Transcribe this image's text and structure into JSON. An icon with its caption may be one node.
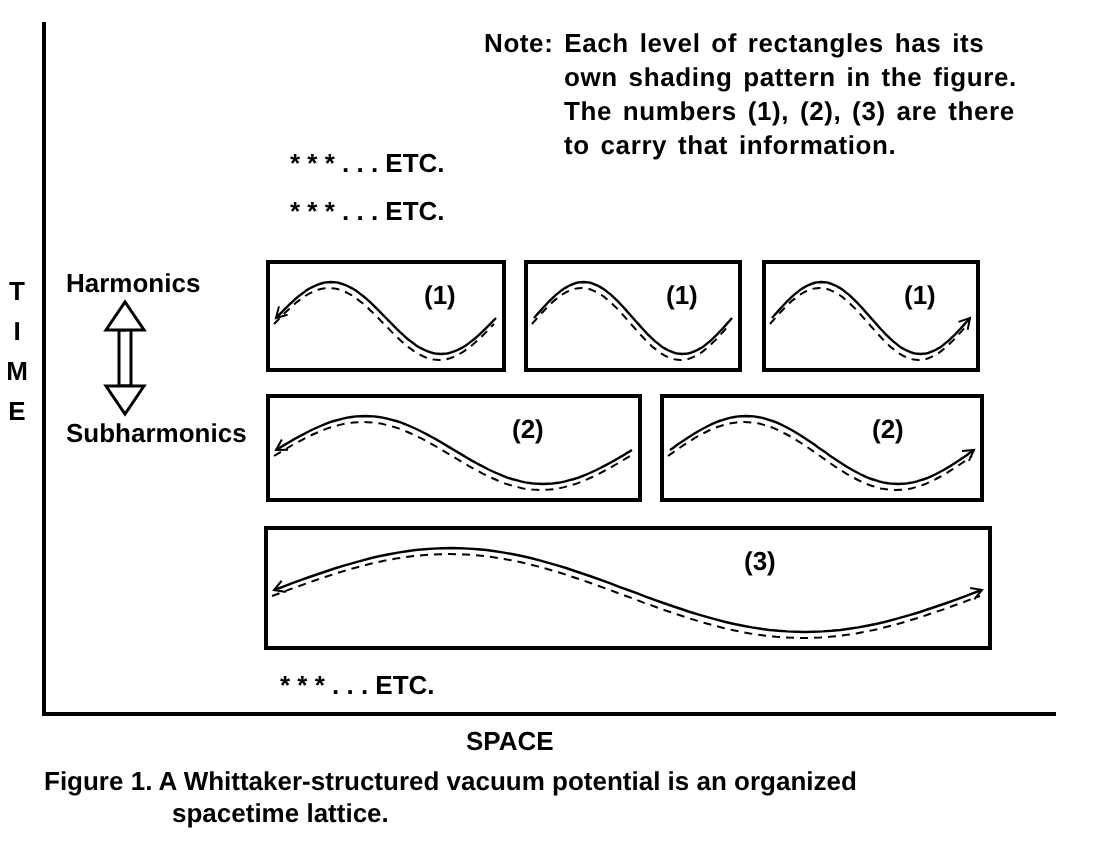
{
  "diagram": {
    "caption": "Figure 1. A Whittaker-structured vacuum potential is an organized spacetime lattice.",
    "nodes": [
      {
        "text": [
          "Harmonics"
        ]
      },
      {
        "text": [
          "(1)"
        ]
      },
      {
        "text": [
          "(1)"
        ]
      },
      {
        "text": [
          "(1)"
        ]
      },
      {
        "text": [
          "Subharmonics"
        ]
      },
      {
        "text": [
          "(2)"
        ]
      },
      {
        "text": [
          "(2)"
        ]
      },
      {
        "text": [
          "(3)"
        ]
      }
    ],
    "edges": [
      {
        "from": 0,
        "to": 4,
        "arrow": "both"
      }
    ],
    "labels": [
      "Note: Each level of rectangles has its own shading pattern in the figure. The numbers (1), (2), (3) are there to carry that information.",
      "* * * . . . ETC.",
      "* * * . . . ETC.",
      "TIME",
      "* * * . . . ETC.",
      "SPACE"
    ]
  }
}
